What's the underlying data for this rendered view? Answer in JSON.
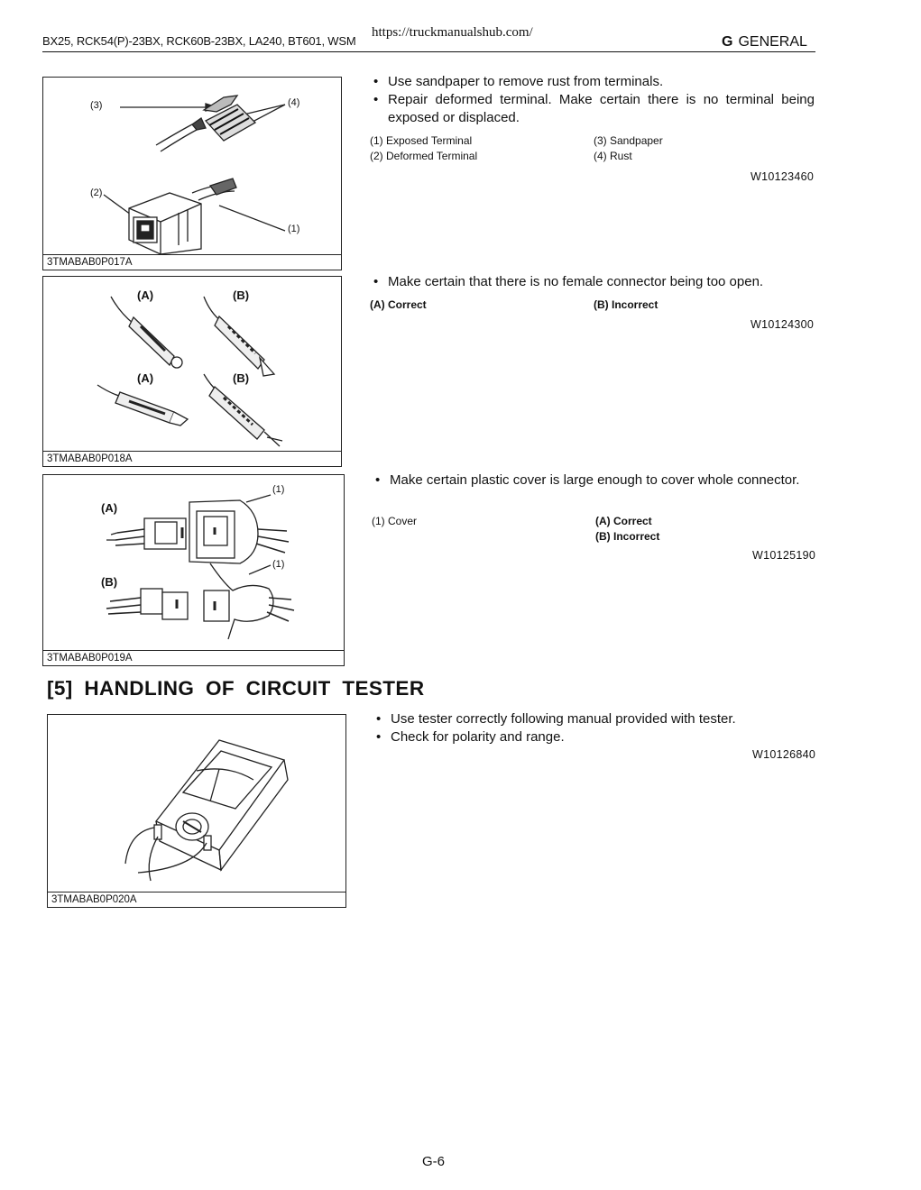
{
  "header": {
    "models": "BX25, RCK54(P)-23BX, RCK60B-23BX, LA240, BT601, WSM",
    "url": "https://truckmanualshub.com/",
    "section_letter": "G",
    "section_name": "GENERAL"
  },
  "blocks": [
    {
      "figure_caption": "3TMABAB0P017A",
      "figure_labels": [
        "(3)",
        "(4)",
        "(2)",
        "(1)"
      ],
      "bullets": [
        "Use sandpaper to remove rust from terminals.",
        "Repair deformed terminal. Make certain there is no terminal being exposed or displaced."
      ],
      "legend": [
        "(1) Exposed Terminal",
        "(3) Sandpaper",
        "(2) Deformed Terminal",
        "(4) Rust"
      ],
      "code": "W10123460"
    },
    {
      "figure_caption": "3TMABAB0P018A",
      "figure_labels": [
        "(A)",
        "(B)",
        "(A)",
        "(B)"
      ],
      "bullets": [
        "Make certain that there is no female connector being too open."
      ],
      "legend": [
        "(A) Correct",
        "(B) Incorrect"
      ],
      "code": "W10124300"
    },
    {
      "figure_caption": "3TMABAB0P019A",
      "figure_labels": [
        "(A)",
        "(1)",
        "(B)",
        "(1)"
      ],
      "bullets": [
        "Make certain plastic cover is large enough to cover whole connector."
      ],
      "legend": [
        "(1) Cover",
        "(A) Correct",
        "(B) Incorrect"
      ],
      "code": "W10125190"
    },
    {
      "figure_caption": "3TMABAB0P020A",
      "bullets": [
        "Use tester correctly following manual provided with tester.",
        "Check for polarity and range."
      ],
      "code": "W10126840"
    }
  ],
  "section": {
    "title": "[5] HANDLING OF CIRCUIT TESTER"
  },
  "page_number": "G-6"
}
